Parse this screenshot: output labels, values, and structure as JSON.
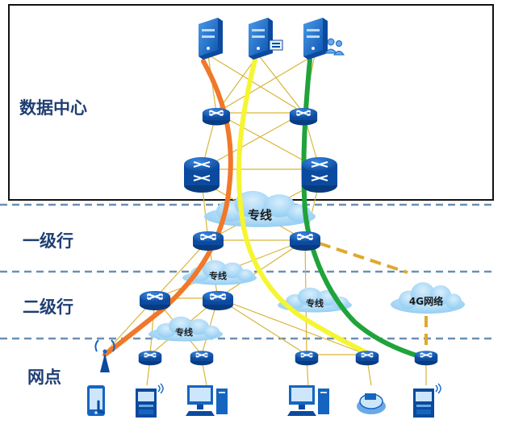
{
  "tiers": {
    "data_center": "数据中心",
    "level1": "一级行",
    "level2": "二级行",
    "branch": "网点"
  },
  "clouds": {
    "leased_line_main": "专线",
    "leased_line_l2_left": "专线",
    "leased_line_l2_right": "专线",
    "leased_line_branch": "专线",
    "wireless_4g": "4G网络"
  },
  "colors": {
    "path_orange": "#f0782a",
    "path_yellow": "#f5f532",
    "path_green": "#1fa33a",
    "link_gold": "#d9b53a",
    "backup_dashed": "#e0a82e",
    "router_blue": "#1565c0",
    "cloud_blue": "#a8d7f5",
    "tier_label": "#1f3f73",
    "separator": "#6a8fb5"
  },
  "icons": {
    "server": "server-icon",
    "router": "router-icon",
    "core_router": "core-router-icon",
    "antenna": "antenna-icon",
    "phone": "mobile-phone-icon",
    "atm": "atm-icon",
    "pc": "pc-icon",
    "card_reader": "card-reader-icon"
  }
}
